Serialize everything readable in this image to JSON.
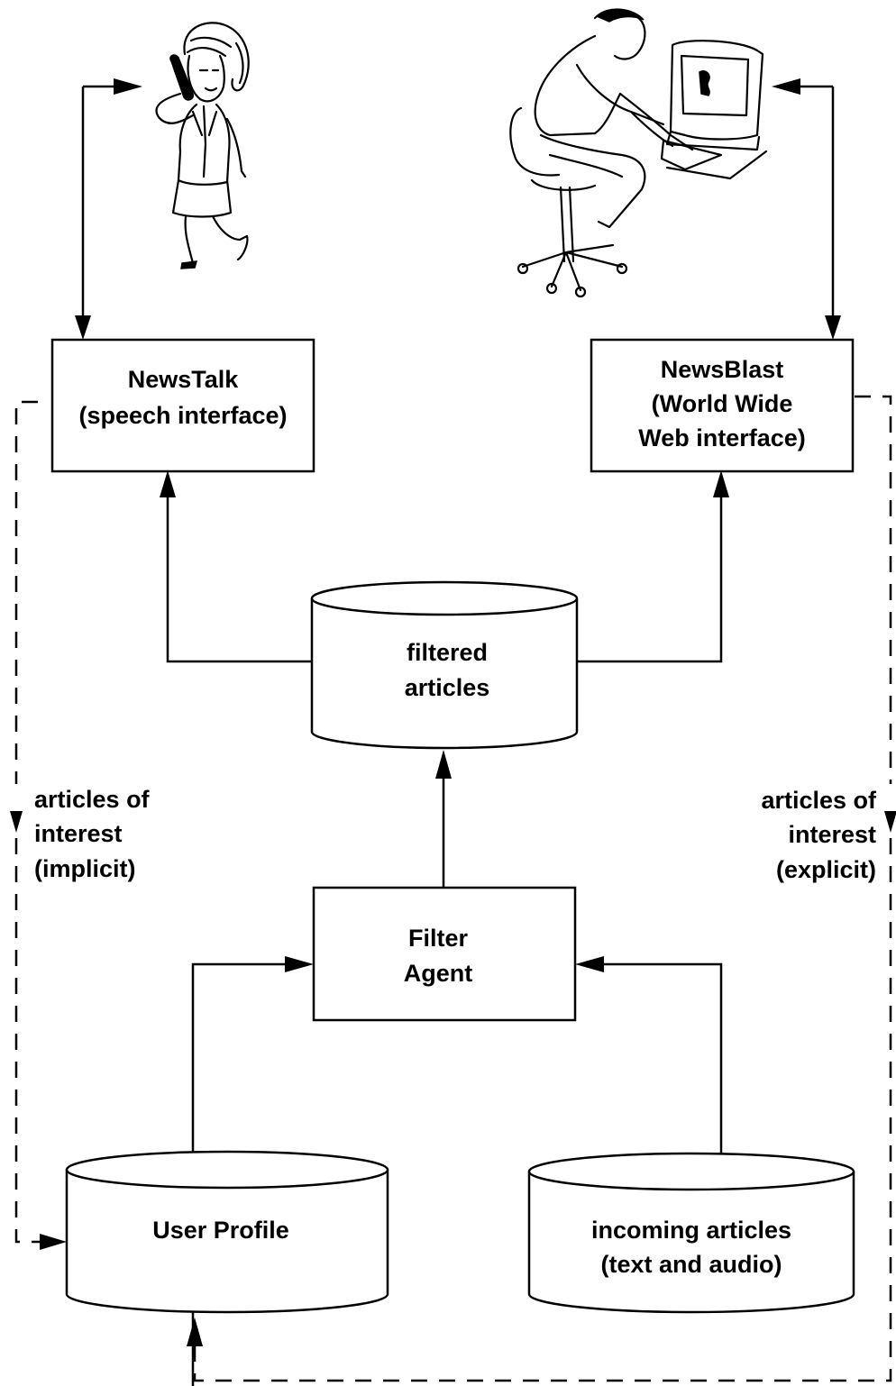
{
  "boxes": {
    "newstalk": [
      "NewsTalk",
      "(speech interface)"
    ],
    "newsblast": [
      "NewsBlast",
      "(World Wide",
      "Web interface)"
    ],
    "filter_agent": [
      "Filter",
      "Agent"
    ]
  },
  "stores": {
    "filtered_articles": [
      "filtered",
      "articles"
    ],
    "user_profile": [
      "User Profile"
    ],
    "incoming_articles": [
      "incoming articles",
      "(text and audio)"
    ]
  },
  "feedback": {
    "left": [
      "articles of",
      "interest",
      "(implicit)"
    ],
    "right": [
      "articles of",
      "interest",
      "(explicit)"
    ]
  },
  "figures": {
    "left": "woman-on-phone-illustration",
    "right": "man-at-computer-illustration"
  }
}
